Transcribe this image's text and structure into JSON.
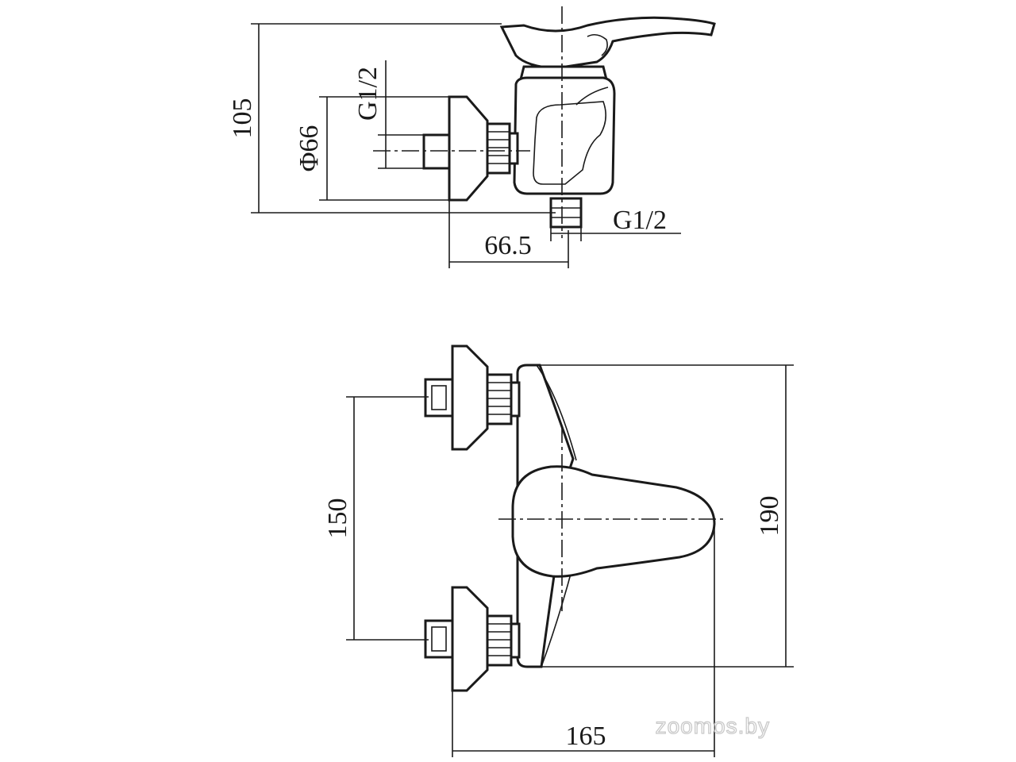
{
  "side_view": {
    "height_label": "105",
    "diameter_label": "Φ66",
    "inlet_thread_label": "G1/2",
    "outlet_thread_label": "G1/2",
    "offset_label": "66.5"
  },
  "front_view": {
    "inlet_spacing_label": "150",
    "height_label": "190",
    "width_label": "165"
  },
  "watermark": "zoomos.by"
}
